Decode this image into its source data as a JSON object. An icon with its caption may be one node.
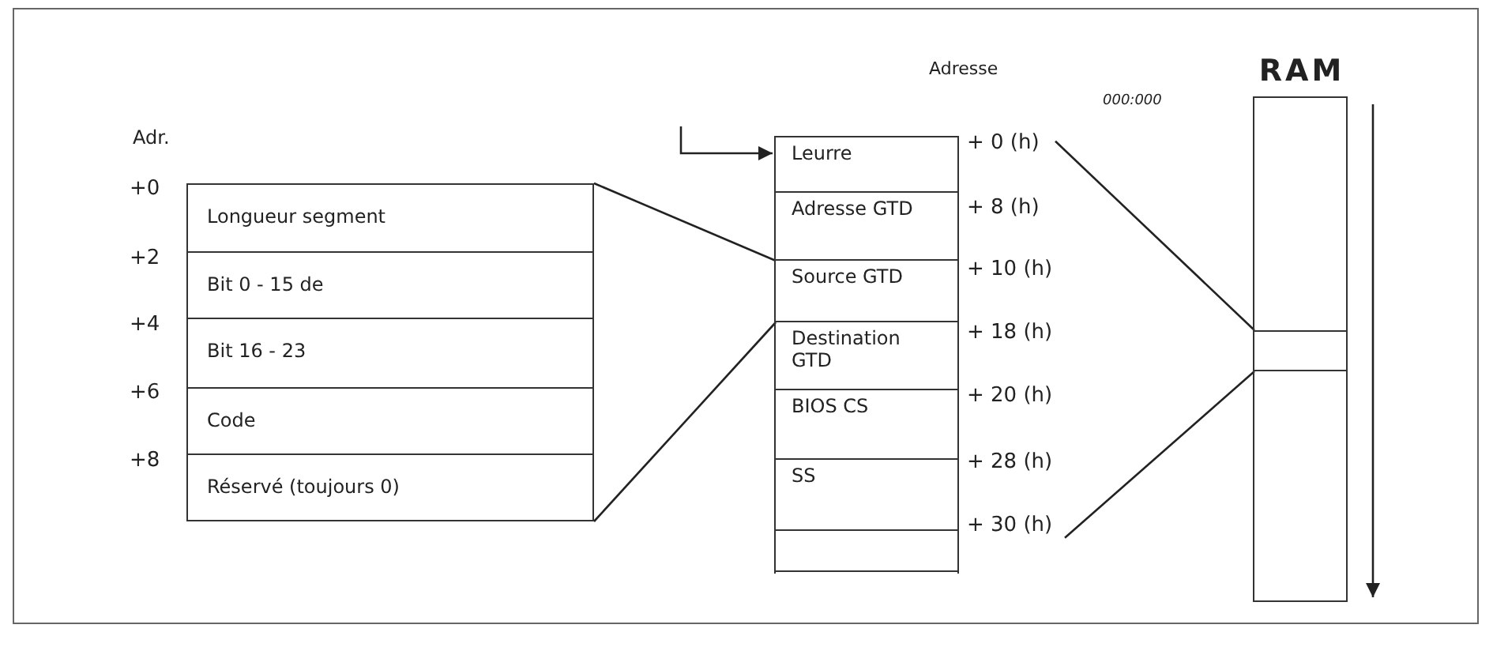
{
  "diagram": {
    "nodes": [
      {
        "text": [],
        "shape": "box"
      },
      {
        "text": [
          "Longueur segment"
        ],
        "in": 0
      },
      {
        "text": [
          "Bit 0 - 15 de"
        ],
        "in": 0
      },
      {
        "text": [
          "Bit 16 - 23"
        ],
        "in": 0
      },
      {
        "text": [
          "Code"
        ],
        "in": 0
      },
      {
        "text": [
          "Réservé (toujours 0)"
        ],
        "in": 0
      },
      {
        "text": [],
        "shape": "box"
      },
      {
        "text": [
          "Leurre"
        ],
        "in": 6
      },
      {
        "text": [
          "Adresse GTD"
        ],
        "in": 6
      },
      {
        "text": [
          "Source GTD"
        ],
        "in": 6
      },
      {
        "text": [
          "Destination GTD"
        ],
        "in": 6
      },
      {
        "text": [
          "BIOS CS"
        ],
        "in": 6
      },
      {
        "text": [
          "SS"
        ],
        "in": 6
      },
      {
        "text": [],
        "shape": "box",
        "in": 6
      },
      {
        "text": [
          "+ 0 (h)"
        ]
      },
      {
        "text": [
          "+ 30 (h)"
        ]
      },
      {
        "text": [
          "RAM"
        ]
      },
      {
        "text": [],
        "shape": "box",
        "in": 16
      }
    ],
    "edges": [
      {
        "from": 0,
        "to": 9,
        "arrow": "none"
      },
      {
        "from": 0,
        "to": 9,
        "arrow": "none"
      },
      {
        "from": 14,
        "to": 17,
        "arrow": "none"
      },
      {
        "from": 15,
        "to": 17,
        "arrow": "none"
      },
      {
        "from": null,
        "to": 6,
        "arrow": "to"
      }
    ],
    "labels": [
      "Adresse",
      "000:000",
      "Adr.",
      "+0",
      "+ 8 (h)",
      "+2",
      "+ 10 (h)",
      "+4",
      "+ 18 (h)",
      "+6",
      "+ 20 (h)",
      "+8",
      "+ 28 (h)"
    ]
  }
}
